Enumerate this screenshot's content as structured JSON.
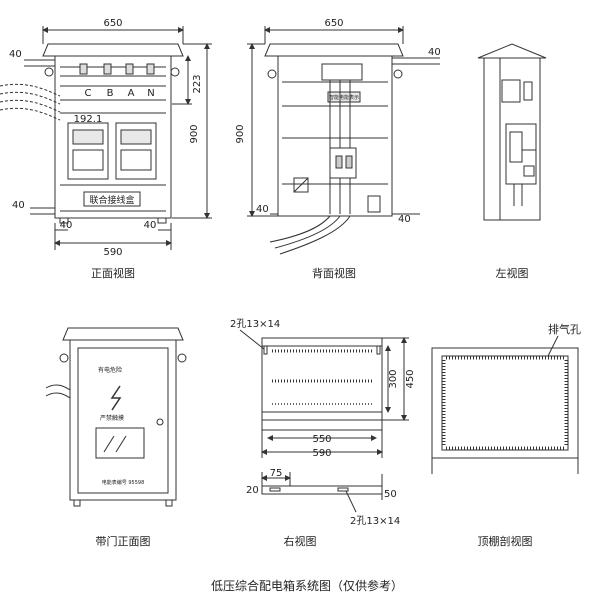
{
  "views": {
    "front": {
      "title": "正面视图",
      "dim_width_top": "650",
      "dim_height": "900",
      "dim_223": "223",
      "dim_40_top": "40",
      "dim_40_bottom": "40",
      "dim_40_bl": "40",
      "dim_40_br": "40",
      "dim_590": "590",
      "reading": "192.1",
      "phases": [
        "C",
        "B",
        "A",
        "N"
      ],
      "box_label": "联合接线盒"
    },
    "back": {
      "title": "背面视图",
      "dim_width_top": "650",
      "dim_height": "900",
      "dim_40_top": "40",
      "dim_40_bl": "40",
      "dim_40_br": "40",
      "plate_label": "智能电能表示"
    },
    "left": {
      "title": "左视图"
    },
    "door": {
      "title": "带门正面图",
      "warn1": "有电危险",
      "warn2": "严禁触摸",
      "footer": "电能表编号        95598"
    },
    "right": {
      "title": "右视图",
      "hole_top": "2孔13×14",
      "hole_bottom": "2孔13×14",
      "dim_550": "550",
      "dim_590": "590",
      "dim_300": "300",
      "dim_450": "450",
      "dim_75": "75",
      "dim_20": "20",
      "dim_50": "50"
    },
    "roof": {
      "title": "顶棚剖视图",
      "vent_label": "排气孔"
    }
  },
  "footer_title": "低压综合配电箱系统图（仅供参考）",
  "colors": {
    "line": "#333333",
    "fill": "#ffffff",
    "plate": "#e8e8e8"
  }
}
